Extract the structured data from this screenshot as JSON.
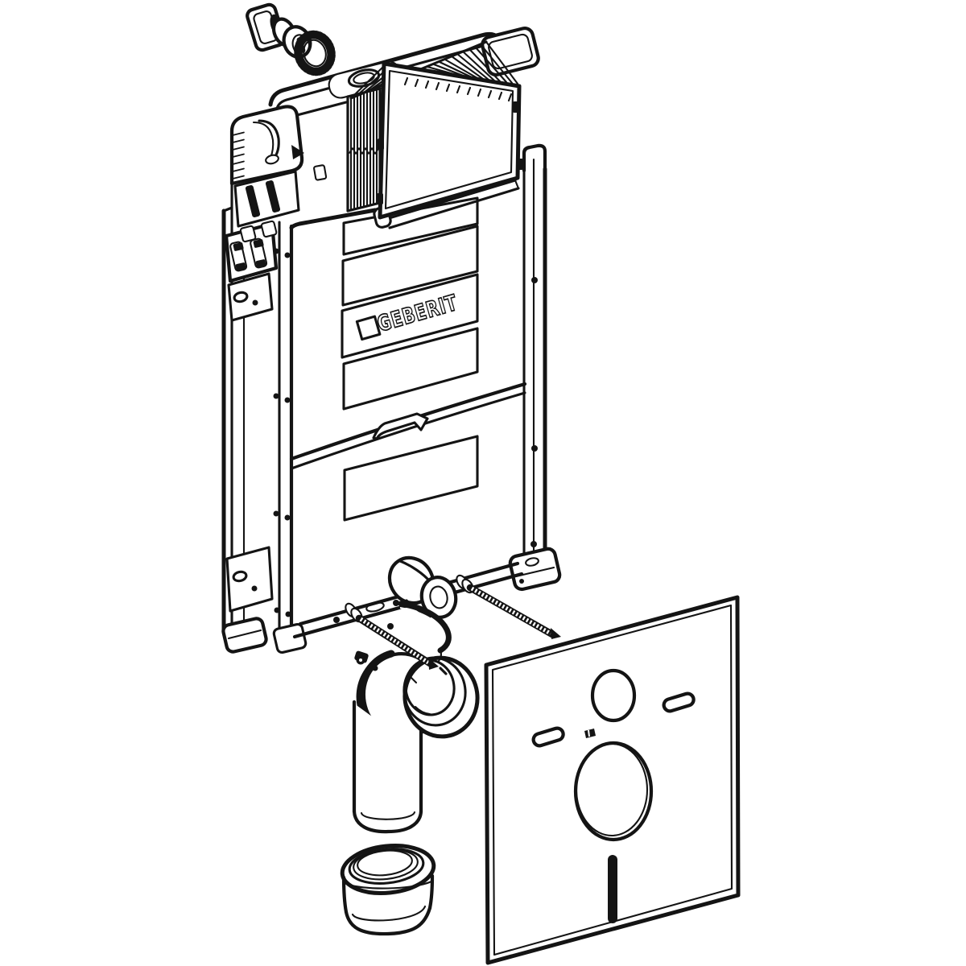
{
  "diagram": {
    "type": "exploded-installation-drawing",
    "brand": {
      "logo_text": "GEBERIT"
    },
    "colors": {
      "background": "#ffffff",
      "line": "#141414"
    },
    "parts": [
      "angle-stop-valve",
      "serrated-washer-ring",
      "concealed-cistern",
      "filler-valve-housing",
      "bellows-protection-cover",
      "access-cover-plate",
      "mounting-frame",
      "left-rail-fixing-plates",
      "logo-panel",
      "frame-recess-panels",
      "service-seam-clip",
      "wall-anchor-rod-left",
      "wall-anchor-rod-right",
      "water-supply-connector",
      "drain-bend-socket",
      "pipe-clamp-collar",
      "drain-pipe",
      "reducer-socket",
      "sound-insulation-mat"
    ]
  }
}
